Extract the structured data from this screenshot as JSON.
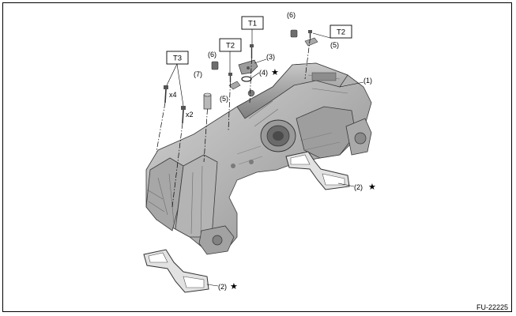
{
  "figure": {
    "id": "FU-22225",
    "torque_labels": [
      "T1",
      "T2",
      "T2",
      "T3"
    ],
    "callouts": {
      "c1": "(1)",
      "c2a": "(2)",
      "c2b": "(2)",
      "c3": "(3)",
      "c4": "(4)",
      "c5a": "(5)",
      "c5b": "(5)",
      "c6a": "(6)",
      "c6b": "(6)",
      "c7": "(7)"
    },
    "quantities": {
      "x4": "x4",
      "x2": "x2"
    },
    "star_symbol": "★"
  }
}
